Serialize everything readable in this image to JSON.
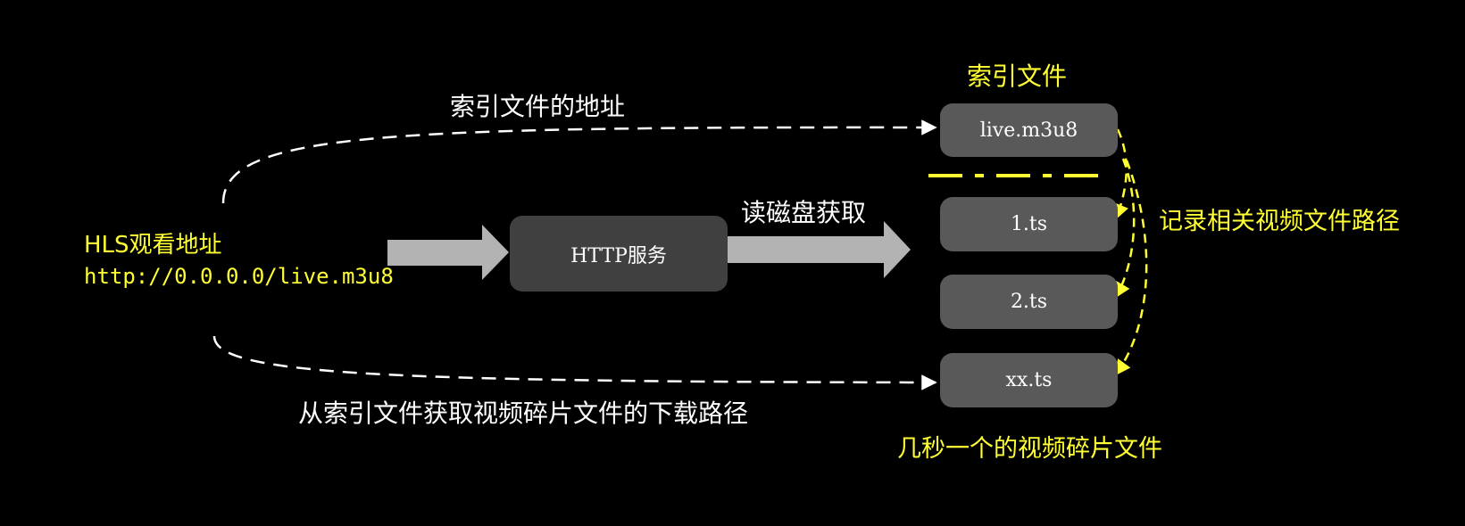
{
  "source": {
    "title": "HLS观看地址",
    "url": "http://0.0.0.0/live.m3u8"
  },
  "edges": {
    "top_label": "索引文件的地址",
    "bottom_label": "从索引文件获取视频碎片文件的下载路径",
    "disk_label": "读磁盘获取",
    "record_label": "记录相关视频文件路径"
  },
  "http_service": {
    "label": "HTTP服务"
  },
  "index_file": {
    "header": "索引文件",
    "name": "live.m3u8"
  },
  "segments": {
    "items": [
      "1.ts",
      "2.ts",
      "xx.ts"
    ],
    "caption": "几秒一个的视频碎片文件"
  },
  "colors": {
    "background": "#000000",
    "highlight": "#ffff33",
    "text": "#ffffff",
    "box_fill": "#595959",
    "service_fill": "#404040",
    "arrow_fill": "#b3b3b3"
  }
}
